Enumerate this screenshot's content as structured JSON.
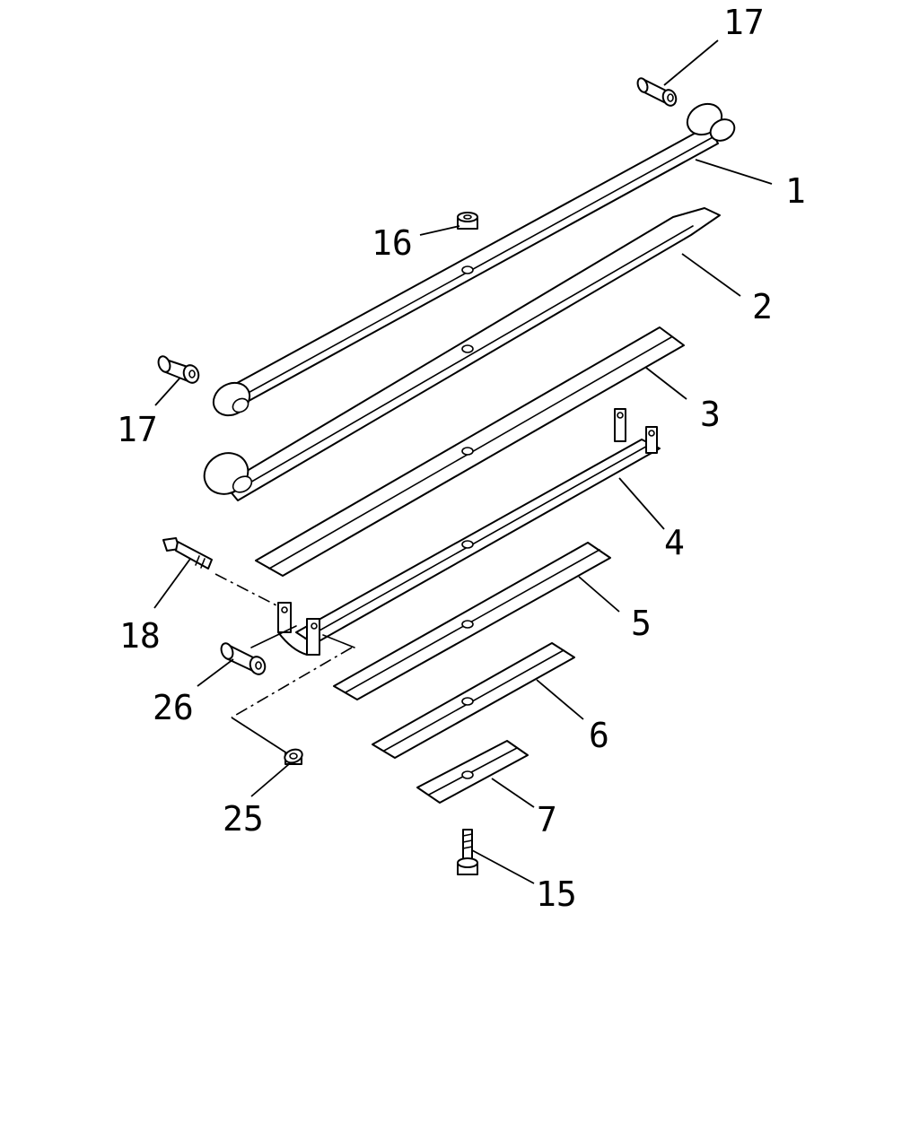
{
  "callouts": {
    "c1": "1",
    "c2": "2",
    "c3": "3",
    "c4": "4",
    "c5": "5",
    "c6": "6",
    "c7": "7",
    "c15": "15",
    "c16": "16",
    "c17_top": "17",
    "c17_left": "17",
    "c18": "18",
    "c25": "25",
    "c26": "26"
  },
  "colors": {
    "line": "#000000",
    "background": "#ffffff"
  }
}
